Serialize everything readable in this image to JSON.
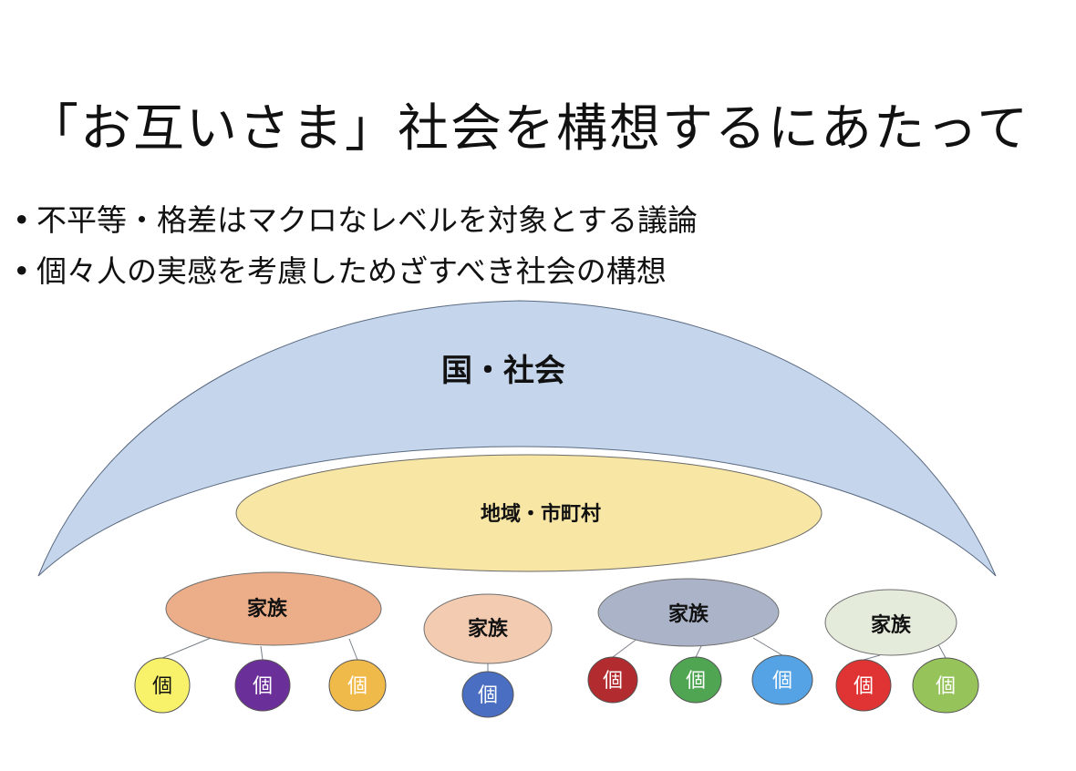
{
  "title": "「お互いさま」社会を構想するにあたって",
  "bullets": [
    "不平等・格差はマクロなレベルを対象とする議論",
    "個々人の実感を考慮しためざすべき社会の構想"
  ],
  "diagram": {
    "nation": {
      "label": "国・社会",
      "color": "#c5d5ec"
    },
    "region": {
      "label": "地域・市町村",
      "color": "#f8e6a4"
    },
    "families": [
      {
        "label": "家族",
        "color": "#ecae88",
        "individuals": [
          {
            "label": "個",
            "color": "#f7f26a"
          },
          {
            "label": "個",
            "color": "#6b2f9a"
          },
          {
            "label": "個",
            "color": "#f0ba4a"
          }
        ]
      },
      {
        "label": "家族",
        "color": "#f3cbb0",
        "individuals": [
          {
            "label": "個",
            "color": "#4a6ec2"
          }
        ]
      },
      {
        "label": "家族",
        "color": "#aab3c7",
        "individuals": [
          {
            "label": "個",
            "color": "#b22b2f"
          },
          {
            "label": "個",
            "color": "#4fa552"
          },
          {
            "label": "個",
            "color": "#55a3e4"
          }
        ]
      },
      {
        "label": "家族",
        "color": "#e4ebdb",
        "individuals": [
          {
            "label": "個",
            "color": "#e03434"
          },
          {
            "label": "個",
            "color": "#96c45a"
          }
        ]
      }
    ]
  }
}
